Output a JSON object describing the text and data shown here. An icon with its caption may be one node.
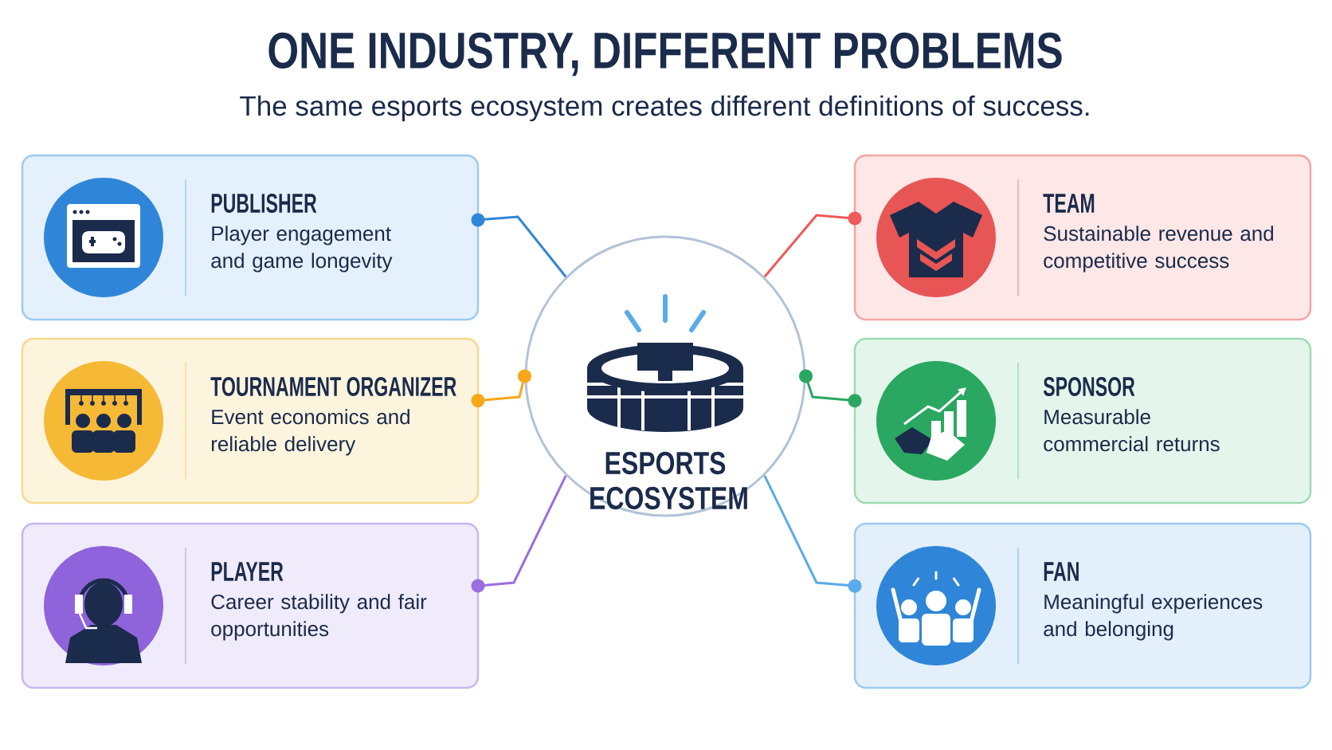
{
  "diagram": {
    "title": "ONE INDUSTRY, DIFFERENT PROBLEMS",
    "caption": "The same esports ecosystem creates different definitions of success.",
    "nodes": [
      {
        "text": [
          "ESPORTS ECOSYSTEM"
        ]
      },
      {
        "text": [
          "PUBLISHER",
          "Player engagement and game longevity"
        ]
      },
      {
        "text": [
          "TEAM",
          "Sustainable revenue and competitive success"
        ]
      },
      {
        "text": [
          "TOURNAMENT ORGANIZER",
          "Event economics and reliable delivery"
        ]
      },
      {
        "text": [
          "SPONSOR",
          "Measurable commercial returns"
        ]
      },
      {
        "text": [
          "PLAYER",
          "Career stability and fair opportunities"
        ]
      },
      {
        "text": [
          "FAN",
          "Meaningful experiences and belonging"
        ]
      }
    ],
    "edges": [
      {
        "from": 0,
        "to": 1,
        "arrow": "other",
        "color": "#2f86d8"
      },
      {
        "from": 0,
        "to": 2,
        "arrow": "other",
        "color": "#ef5a5a"
      },
      {
        "from": 0,
        "to": 3,
        "arrow": "other",
        "color": "#f6a818"
      },
      {
        "from": 0,
        "to": 4,
        "arrow": "other",
        "color": "#2aa760"
      },
      {
        "from": 0,
        "to": 5,
        "arrow": "other",
        "color": "#9a6ee0"
      },
      {
        "from": 0,
        "to": 6,
        "arrow": "other",
        "color": "#5aabea"
      }
    ]
  }
}
